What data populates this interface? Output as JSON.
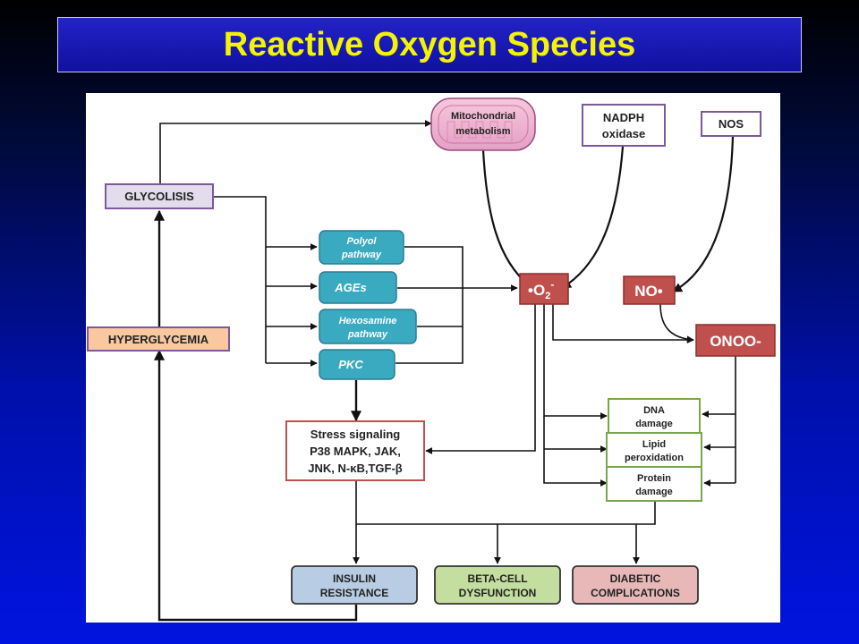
{
  "title": "Reactive Oxygen Species",
  "nodes": {
    "mito": [
      "Mitochondrial",
      "metabolism"
    ],
    "nadph": [
      "NADPH",
      "oxidase"
    ],
    "nos": "NOS",
    "glycolisis": "GLYCOLISIS",
    "hyperglycemia": "HYPERGLYCEMIA",
    "polyol": [
      "Polyol",
      "pathway"
    ],
    "ages": "AGEs",
    "hexosamine": [
      "Hexosamine",
      "pathway"
    ],
    "pkc": "PKC",
    "superoxide": "•O",
    "superoxide_sub": "2",
    "superoxide_sup": "-",
    "no": "NO•",
    "onoo": "ONOO-",
    "stress": [
      "Stress signaling",
      "P38 MAPK, JAK,",
      "JNK, N-κB,TGF-β"
    ],
    "dna": [
      "DNA",
      "damage"
    ],
    "lipid": [
      "Lipid",
      "peroxidation"
    ],
    "protein": [
      "Protein",
      "damage"
    ],
    "insulin": [
      "INSULIN",
      "RESISTANCE"
    ],
    "beta": [
      "BETA-CELL",
      "DYSFUNCTION"
    ],
    "diabetic": [
      "DIABETIC",
      "COMPLICATIONS"
    ]
  },
  "colors": {
    "title_text": "#f4f400",
    "teal": "#3aaac0",
    "red": "#c0504d",
    "purple_border": "#7a5a9a",
    "green_border": "#77a84a",
    "hyper_fill": "#f9c8a0",
    "insulin_fill": "#b8cce4",
    "beta_fill": "#c4dea0",
    "diabetic_fill": "#e8b8b8"
  }
}
